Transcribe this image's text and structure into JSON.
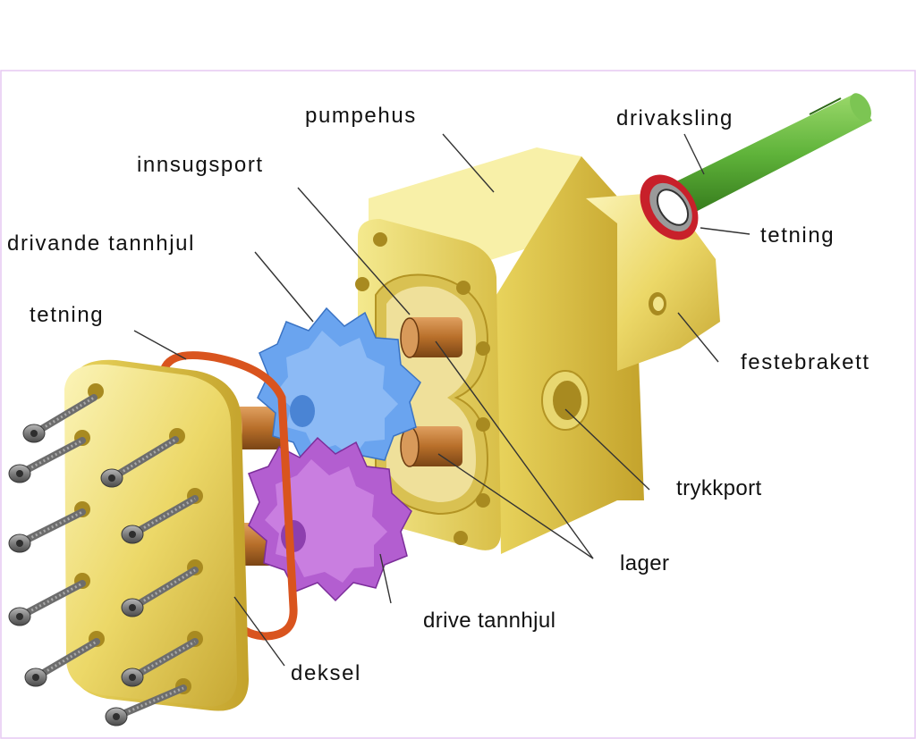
{
  "labels": {
    "pump_housing": "pumpehus",
    "drive_shaft": "drivaksling",
    "suction_port": "innsugsport",
    "driving_gear": "drivande tannhjul",
    "shaft_seal": "tetning",
    "cover_seal": "tetning",
    "mounting_bracket": "festebrakett",
    "pressure_port": "trykkport",
    "bearings": "lager",
    "driven_gear": "drive tannhjul",
    "cover": "deksel"
  },
  "colors": {
    "brass_light": "#f6ec9a",
    "brass_mid": "#e6d05a",
    "brass_dark": "#b79a2a",
    "shaft_green": "#5fb33a",
    "gear_blue": "#6aa4ef",
    "gear_purple": "#b35ed0",
    "bearing_bronze": "#b86f2a",
    "seal_orange": "#d9541e",
    "seal_red": "#c8202a",
    "bolt_gray": "#7d7d7d",
    "frame_border": "#e6c8f2"
  }
}
